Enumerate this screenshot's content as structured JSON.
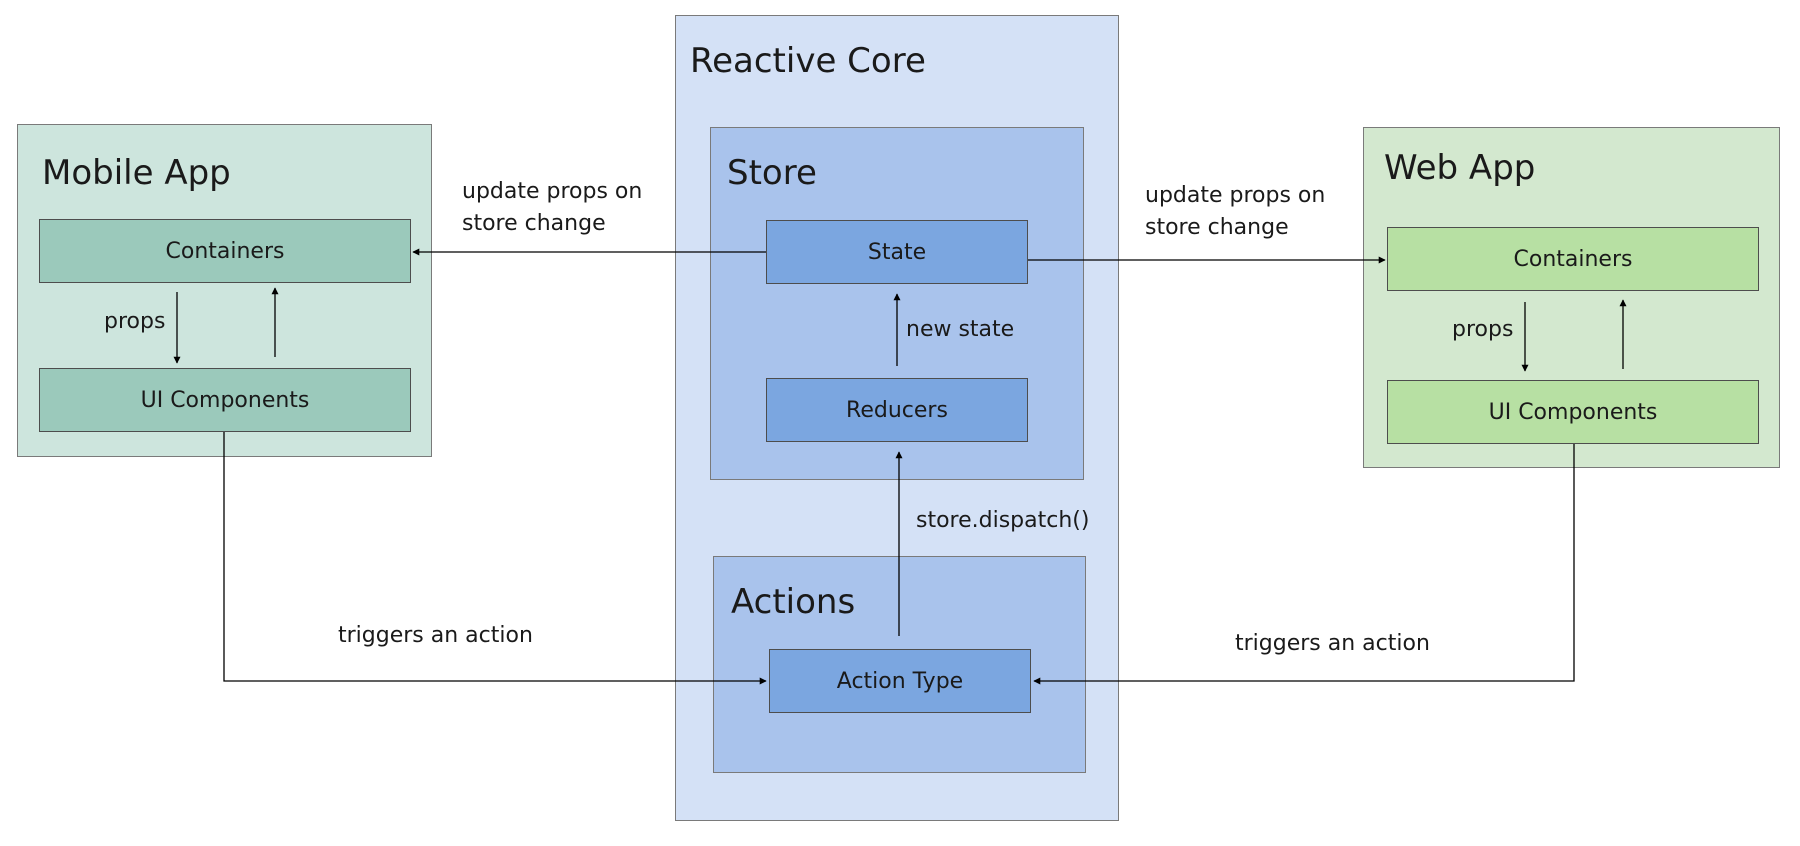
{
  "groups": {
    "mobile_app": "Mobile App",
    "reactive_core": "Reactive Core",
    "store": "Store",
    "actions": "Actions",
    "web_app": "Web App"
  },
  "nodes": {
    "mobile_containers": "Containers",
    "mobile_ui_components": "UI Components",
    "state": "State",
    "reducers": "Reducers",
    "action_type": "Action Type",
    "web_containers": "Containers",
    "web_ui_components": "UI Components"
  },
  "edge_labels": {
    "mobile_props": "props",
    "web_props": "props",
    "update_props_left_line1": "update props on",
    "update_props_left_line2": "store change",
    "update_props_right_line1": "update props on",
    "update_props_right_line2": "store change",
    "new_state": "new state",
    "store_dispatch": "store.dispatch()",
    "triggers_left": "triggers an action",
    "triggers_right": "triggers an action"
  },
  "colors": {
    "mobile_group": "#cde5dd",
    "mobile_node": "#9bc9bb",
    "web_group": "#d3e8cf",
    "web_node": "#b7e0a3",
    "core_group": "#d4e1f6",
    "store_group": "#a9c3ec",
    "core_node": "#7ba6e0"
  }
}
